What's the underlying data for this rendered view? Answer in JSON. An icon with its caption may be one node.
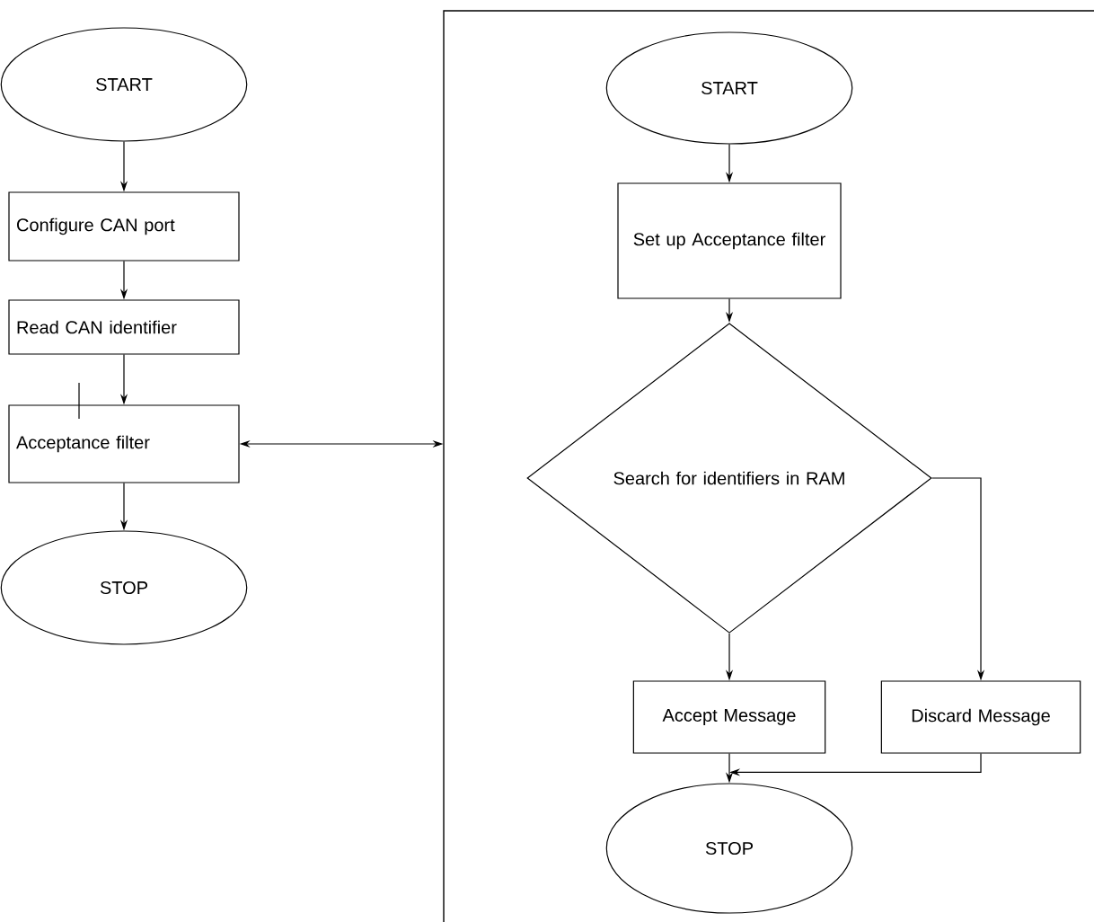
{
  "diagram": {
    "nodes": [
      {
        "text": [
          "START"
        ]
      },
      {
        "text": [
          "Configure CAN port"
        ]
      },
      {
        "text": [
          "Read CAN identifier"
        ]
      },
      {
        "text": [
          "Acceptance filter"
        ]
      },
      {
        "text": [
          "STOP"
        ]
      },
      {
        "text": [],
        "shape": "box"
      },
      {
        "text": [
          "START"
        ],
        "in": 5
      },
      {
        "text": [
          "Set up Acceptance filter"
        ],
        "in": 5
      },
      {
        "text": [
          "Search for identifiers in RAM"
        ],
        "in": 5
      },
      {
        "text": [
          "Accept Message"
        ],
        "in": 5
      },
      {
        "text": [
          "Discard Message"
        ],
        "in": 5
      },
      {
        "text": [
          "STOP"
        ],
        "in": 5
      }
    ],
    "edges": [
      {
        "from": 0,
        "to": 1,
        "arrow": "to"
      },
      {
        "from": 1,
        "to": 2,
        "arrow": "to"
      },
      {
        "from": 2,
        "to": 3,
        "arrow": "to"
      },
      {
        "from": 3,
        "to": 4,
        "arrow": "to"
      },
      {
        "from": 3,
        "to": 5,
        "arrow": "both"
      },
      {
        "from": 6,
        "to": 7,
        "arrow": "to"
      },
      {
        "from": 7,
        "to": 8,
        "arrow": "to"
      },
      {
        "from": 8,
        "to": 9,
        "arrow": "to"
      },
      {
        "from": 8,
        "to": 10,
        "arrow": "to"
      },
      {
        "from": 9,
        "to": 11,
        "arrow": "to"
      },
      {
        "from": 10,
        "to": 11,
        "arrow": "to"
      }
    ]
  }
}
